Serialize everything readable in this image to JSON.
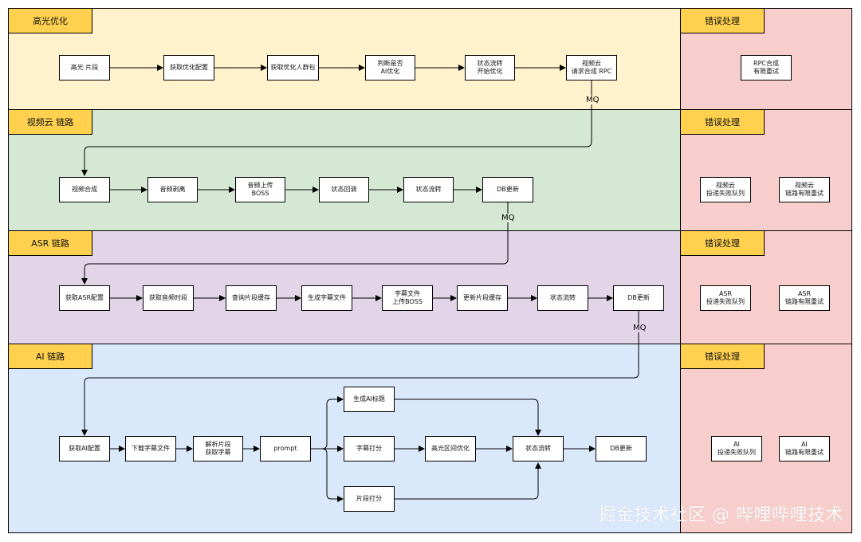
{
  "colors": {
    "highlight_lane": "#fff2cc",
    "video_lane": "#d5e8d4",
    "asr_lane": "#e1d5e7",
    "ai_lane": "#dae8fc",
    "error_lane": "#f8cecc",
    "tab": "#ffd14f"
  },
  "lanes": [
    {
      "id": "highlight",
      "title": "高光优化"
    },
    {
      "id": "video",
      "title": "视频云 链路"
    },
    {
      "id": "asr",
      "title": "ASR 链路"
    },
    {
      "id": "ai",
      "title": "AI 链路"
    }
  ],
  "error_title": "错误处理",
  "nodes": {
    "h1": "高光 片段",
    "h2": "获取优化配置",
    "h3": "获取优化人群包",
    "h4": "判断是否\nAI优化",
    "h5": "状态流转\n开始优化",
    "h6": "视频云\n请求合成 RPC",
    "v1": "视频合成",
    "v2": "音频剥离",
    "v3": "音频上传\nBOSS",
    "v4": "状态回调",
    "v5": "状态流转",
    "v6": "DB更新",
    "a1": "获取ASR配置",
    "a2": "获取音频时段",
    "a3": "查询片段缓存",
    "a4": "生成字幕文件",
    "a5": "字幕文件\n上传BOSS",
    "a6": "更新片段缓存",
    "a7": "状态流转",
    "a8": "DB更新",
    "i1": "获取AI配置",
    "i2": "下载字幕文件",
    "i3": "解析片段\n获取字幕",
    "i4": "prompt",
    "i5": "生成AI标题",
    "i6": "字幕打分",
    "i7": "片段打分",
    "i8": "高光区间优化",
    "i9": "状态流转",
    "i10": "DB更新",
    "e1": "RPC合成\n有限重试",
    "e2": "视频云\n投递失败队列",
    "e3": "视频云\n链路有限重试",
    "e4": "ASR\n投递失败队列",
    "e5": "ASR\n链路有限重试",
    "e6": "AI\n投递失败队列",
    "e7": "AI\n链路有限重试"
  },
  "mq_label": "MQ",
  "watermark": "掘金技术社区 @ 哔哩哔哩技术"
}
